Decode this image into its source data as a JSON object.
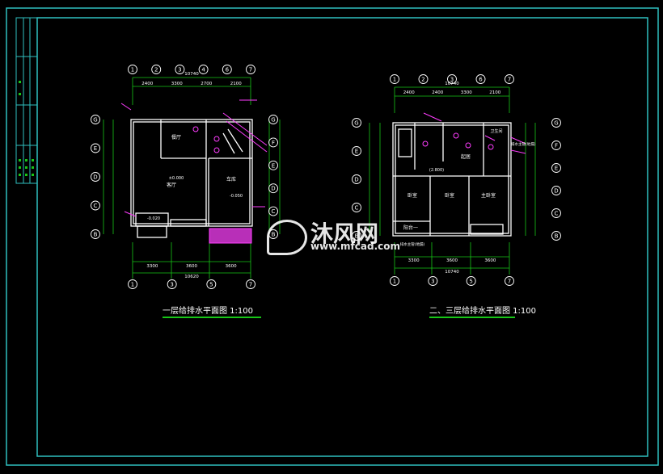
{
  "plan1": {
    "caption": "一层给排水平面图 1:100",
    "top_axes": [
      "1",
      "2",
      "3",
      "4",
      "6",
      "7"
    ],
    "bottom_axes": [
      "1",
      "3",
      "5",
      "7"
    ],
    "left_axes": [
      "G",
      "E",
      "D",
      "C",
      "B"
    ],
    "right_axes": [
      "G",
      "F",
      "E",
      "D",
      "C",
      "B"
    ],
    "total_top": "10740",
    "top_dims": [
      "2400",
      "3300",
      "2700",
      "2100"
    ],
    "bottom_dims": [
      "3300",
      "3600",
      "3600"
    ],
    "total_bottom": "10620",
    "rooms": {
      "dining": "餐厅",
      "living": "客厅",
      "garage": "车库"
    },
    "levels": {
      "living": "±0.000",
      "garage": "-0.050",
      "porch": "-0.020"
    }
  },
  "plan2": {
    "caption": "二、三层给排水平面图 1:100",
    "top_axes": [
      "1",
      "2",
      "3",
      "6",
      "7"
    ],
    "bottom_axes": [
      "1",
      "3",
      "5",
      "7"
    ],
    "left_axes": [
      "G",
      "E",
      "D",
      "C",
      "B"
    ],
    "right_axes": [
      "G",
      "F",
      "E",
      "D",
      "C",
      "B"
    ],
    "total_top": "10740",
    "top_dims": [
      "2400",
      "2400",
      "3300",
      "2100"
    ],
    "bottom_dims": [
      "3300",
      "3600",
      "3600"
    ],
    "total_bottom": "10740",
    "rooms": {
      "bed1": "卧室",
      "bed2": "卧室",
      "master": "主卧室",
      "hall": "起居",
      "balcony": "阳台一",
      "bath": "卫生间"
    },
    "notes": {
      "pipe": "排水主管(地漏)",
      "level": "(2.800)"
    }
  },
  "watermark": {
    "brand": "沐风网",
    "url": "www.mfcad.com"
  },
  "colors": {
    "frame": "#2fc0c0",
    "walls": "#ffffff",
    "axis": "#17c617",
    "pipe": "#ff3cff",
    "text": "#ffffff"
  }
}
